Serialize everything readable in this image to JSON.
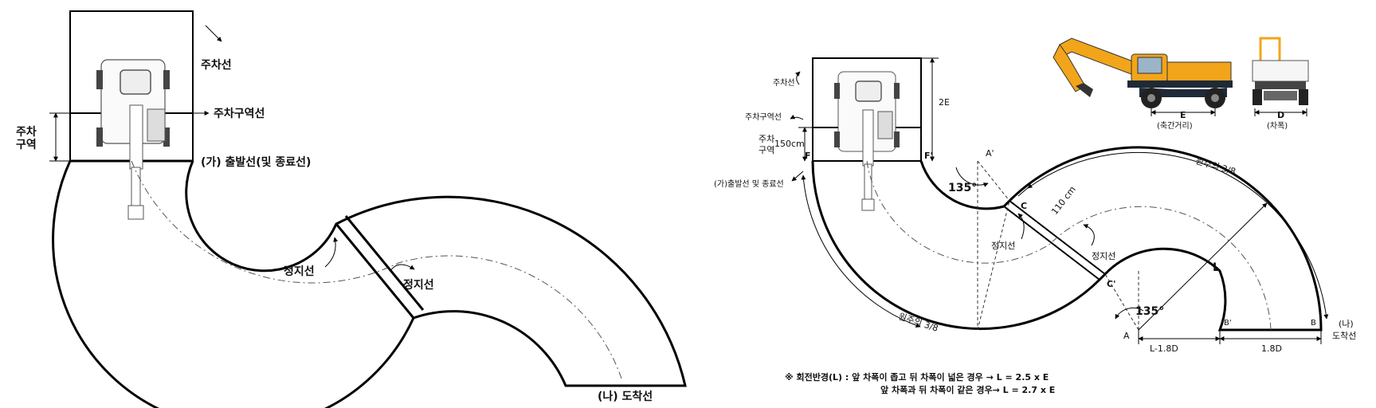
{
  "left_diagram": {
    "parking_line": "주차선",
    "parking_zone_line": "주차구역선",
    "parking_zone_1": "주차",
    "parking_zone_2": "구역",
    "start_line": "(가) 출발선(및 종료선)",
    "stop_line_1": "정지선",
    "stop_line_2": "정지선",
    "finish_line": "(나) 도착선"
  },
  "right_diagram": {
    "parking_line": "주차선",
    "parking_zone_line": "주차구역선",
    "parking_zone_1": "주차",
    "parking_zone_2": "구역",
    "zone_depth": "150cm",
    "start_line": "(가)출발선 및 종료선",
    "point_F": "F",
    "point_F_prime": "F'",
    "point_A_prime": "A'",
    "point_A": "A",
    "point_C": "C",
    "point_C_prime": "C'",
    "point_B": "B",
    "point_B_prime": "B'",
    "angle_top": "135°",
    "angle_bottom": "135°",
    "gap_width": "110 cm",
    "stop_line_1": "정지선",
    "stop_line_2": "정지선",
    "arc_upper": "원주의 3/8",
    "arc_lower": "원주의 3/8",
    "radius": "L",
    "height_2e": "2E",
    "dim_l_minus": "L-1.8D",
    "dim_1_8d": "1.8D",
    "finish_line_1": "(나)",
    "finish_line_2": "도착선",
    "axle_distance_letter": "E",
    "axle_distance_label": "(축간거리)",
    "track_width_letter": "D",
    "track_width_label": "(차폭)",
    "note_line_1": "※ 회전반경(L) : 앞 차폭이 좁고 뒤 차폭이 넓은 경우 → L = 2.5 x E",
    "note_line_2": "앞 차폭과 뒤 차폭이 같은 경우→ L = 2.7 x E"
  },
  "colors": {
    "excavator_body": "#f2a51a",
    "excavator_dark": "#1f2a38",
    "line": "#000000"
  }
}
